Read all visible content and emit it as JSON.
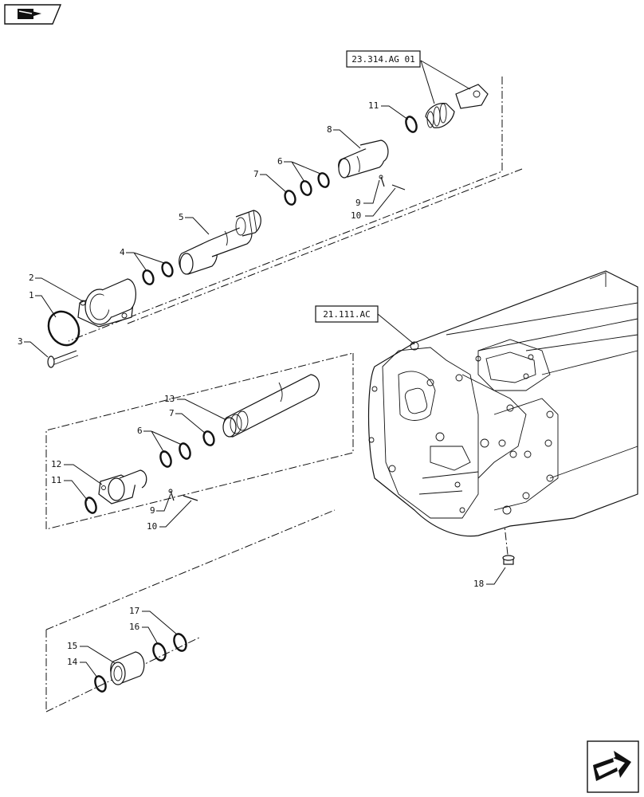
{
  "nav": {
    "back_icon": "book-return-icon",
    "next_icon": "next-page-arrow-icon"
  },
  "refs": {
    "top": "23.314.AG 01",
    "housing": "21.111.AC"
  },
  "callouts": {
    "c1": "1",
    "c2": "2",
    "c3": "3",
    "c4": "4",
    "c5": "5",
    "c6a": "6",
    "c7a": "7",
    "c8": "8",
    "c9a": "9",
    "c10a": "10",
    "c11a": "11",
    "c12": "12",
    "c11b": "11",
    "c6b": "6",
    "c7b": "7",
    "c13": "13",
    "c9b": "9",
    "c10b": "10",
    "c14": "14",
    "c15": "15",
    "c16": "16",
    "c17": "17",
    "c18": "18"
  }
}
